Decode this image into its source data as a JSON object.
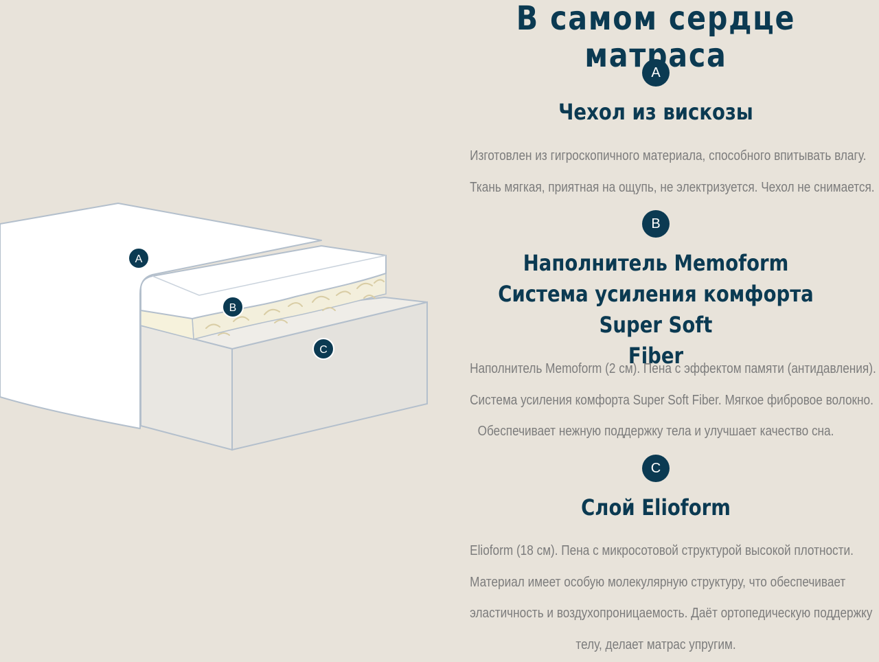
{
  "page": {
    "title": "В самом сердце матраса"
  },
  "colors": {
    "background": "#e8e3da",
    "accent": "#0b3a52",
    "body_text": "#7c7c7c"
  },
  "illustration": {
    "label_a": "A",
    "label_b": "B",
    "label_c": "C"
  },
  "sections": [
    {
      "badge": "A",
      "title_lines": [
        "Чехол из вискозы"
      ],
      "text_lines": [
        "Изготовлен из гигроскопичного материала, способного впитывать влагу.",
        "Ткань мягкая, приятная на ощупь, не электризуется. Чехол не снимается."
      ]
    },
    {
      "badge": "B",
      "title_lines": [
        "Наполнитель Memoform",
        "Система усиления комфорта Super Soft",
        "Fiber"
      ],
      "text_lines": [
        "Наполнитель Memoform (2 см). Пена с эффектом памяти (антидавления).",
        "Система усиления комфорта Super Soft Fiber. Мягкое фибровое волокно.",
        "Обеспечивает нежную поддержку тела и улучшает качество сна."
      ]
    },
    {
      "badge": "C",
      "title_lines": [
        "Слой Elioform"
      ],
      "text_lines": [
        "Elioform (18 см). Пена с микросотовой структурой высокой плотности.",
        "Материал имеет особую молекулярную структуру, что обеспечивает",
        "эластичность и воздухопроницаемость. Даёт ортопедическую поддержку",
        "телу, делает матрас упругим."
      ]
    }
  ]
}
